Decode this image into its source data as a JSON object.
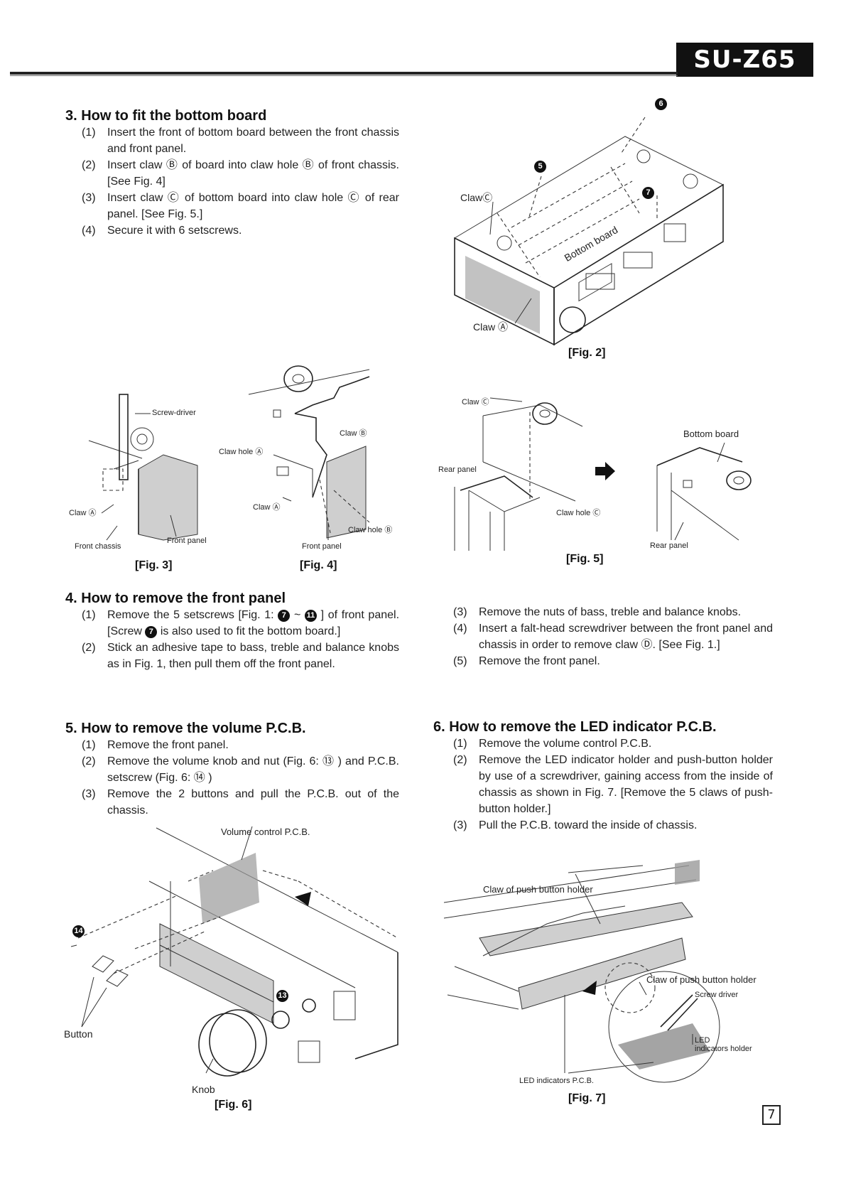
{
  "header": {
    "model": "SU-Z65"
  },
  "sec3": {
    "title": "3. How to fit the bottom board",
    "steps": [
      {
        "num": "(1)",
        "text": "Insert the front of bottom board between the front chassis and front panel."
      },
      {
        "num": "(2)",
        "text": "Insert claw Ⓑ of board into claw hole Ⓑ of front chassis. [See Fig. 4]"
      },
      {
        "num": "(3)",
        "text": "Insert claw Ⓒ of bottom board into claw hole Ⓒ of rear panel. [See Fig. 5.]"
      },
      {
        "num": "(4)",
        "text": "Secure it with 6 setscrews."
      }
    ]
  },
  "fig2": {
    "caption": "[Fig. 2]",
    "claw_c": "ClawⒸ",
    "claw_a": "Claw Ⓐ",
    "bottom_board": "Bottom board",
    "n5": "5",
    "n6": "6",
    "n7": "7"
  },
  "fig3": {
    "caption": "[Fig. 3]",
    "screwdriver": "Screw-driver",
    "claw_a": "Claw Ⓐ",
    "front_chassis": "Front chassis",
    "front_panel": "Front panel"
  },
  "fig4": {
    "caption": "[Fig. 4]",
    "claw_b": "Claw Ⓑ",
    "claw_hole_a": "Claw hole Ⓐ",
    "claw_a": "Claw Ⓐ",
    "claw_hole_b": "Claw hole Ⓑ",
    "front_panel": "Front panel"
  },
  "fig5": {
    "caption": "[Fig. 5]",
    "claw_c": "Claw Ⓒ",
    "rear_panel": "Rear panel",
    "claw_hole_c": "Claw hole Ⓒ",
    "bottom_board": "Bottom board",
    "rear_panel2": "Rear panel"
  },
  "sec4": {
    "title": "4. How to remove the front panel",
    "s1_num": "(1)",
    "s1_a": "Remove the 5 setscrews [Fig. 1:",
    "s1_n7": "7",
    "s1_tilde": "~",
    "s1_n11": "11",
    "s1_b": "] of front panel. [Screw",
    "s1_n7b": "7",
    "s1_c": "is also used to fit the bottom board.]",
    "steps": [
      {
        "num": "(2)",
        "text": "Stick an adhesive tape to bass, treble and balance knobs as in Fig. 1, then pull them off the front panel."
      },
      {
        "num": "(3)",
        "text": "Remove the nuts of bass, treble and balance knobs."
      },
      {
        "num": "(4)",
        "text": "Insert a falt-head screwdriver between the front panel and chassis in order to remove claw Ⓓ. [See Fig. 1.]"
      },
      {
        "num": "(5)",
        "text": "Remove the front panel."
      }
    ]
  },
  "sec5": {
    "title": "5. How to remove the volume P.C.B.",
    "steps": [
      {
        "num": "(1)",
        "text": "Remove the front panel."
      },
      {
        "num": "(2)",
        "text": "Remove the volume knob and nut (Fig. 6: ⑬ ) and P.C.B. setscrew (Fig. 6: ⑭ )"
      },
      {
        "num": "(3)",
        "text": "Remove the 2 buttons and pull the P.C.B. out of the chassis."
      }
    ]
  },
  "sec6": {
    "title": "6. How to remove the LED indicator P.C.B.",
    "steps": [
      {
        "num": "(1)",
        "text": "Remove the volume control P.C.B."
      },
      {
        "num": "(2)",
        "text": "Remove the LED indicator holder and push-button holder by use of a screwdriver, gaining access from the inside of chassis as shown in Fig. 7. [Remove the 5 claws of push-button holder.]"
      },
      {
        "num": "(3)",
        "text": "Pull the P.C.B. toward the inside of chassis."
      }
    ]
  },
  "fig6": {
    "caption": "[Fig. 6]",
    "volume_pcb": "Volume control P.C.B.",
    "button": "Button",
    "knob": "Knob",
    "n13": "13",
    "n14": "14"
  },
  "fig7": {
    "caption": "[Fig. 7]",
    "claw_holder_top": "Claw of push button holder",
    "claw_holder_mid": "Claw of push button holder",
    "screw_driver": "Screw driver",
    "led_holder_1": "LED",
    "led_holder_2": "indicators holder",
    "led_pcb": "LED indicators P.C.B."
  },
  "footer": {
    "page": "7"
  }
}
